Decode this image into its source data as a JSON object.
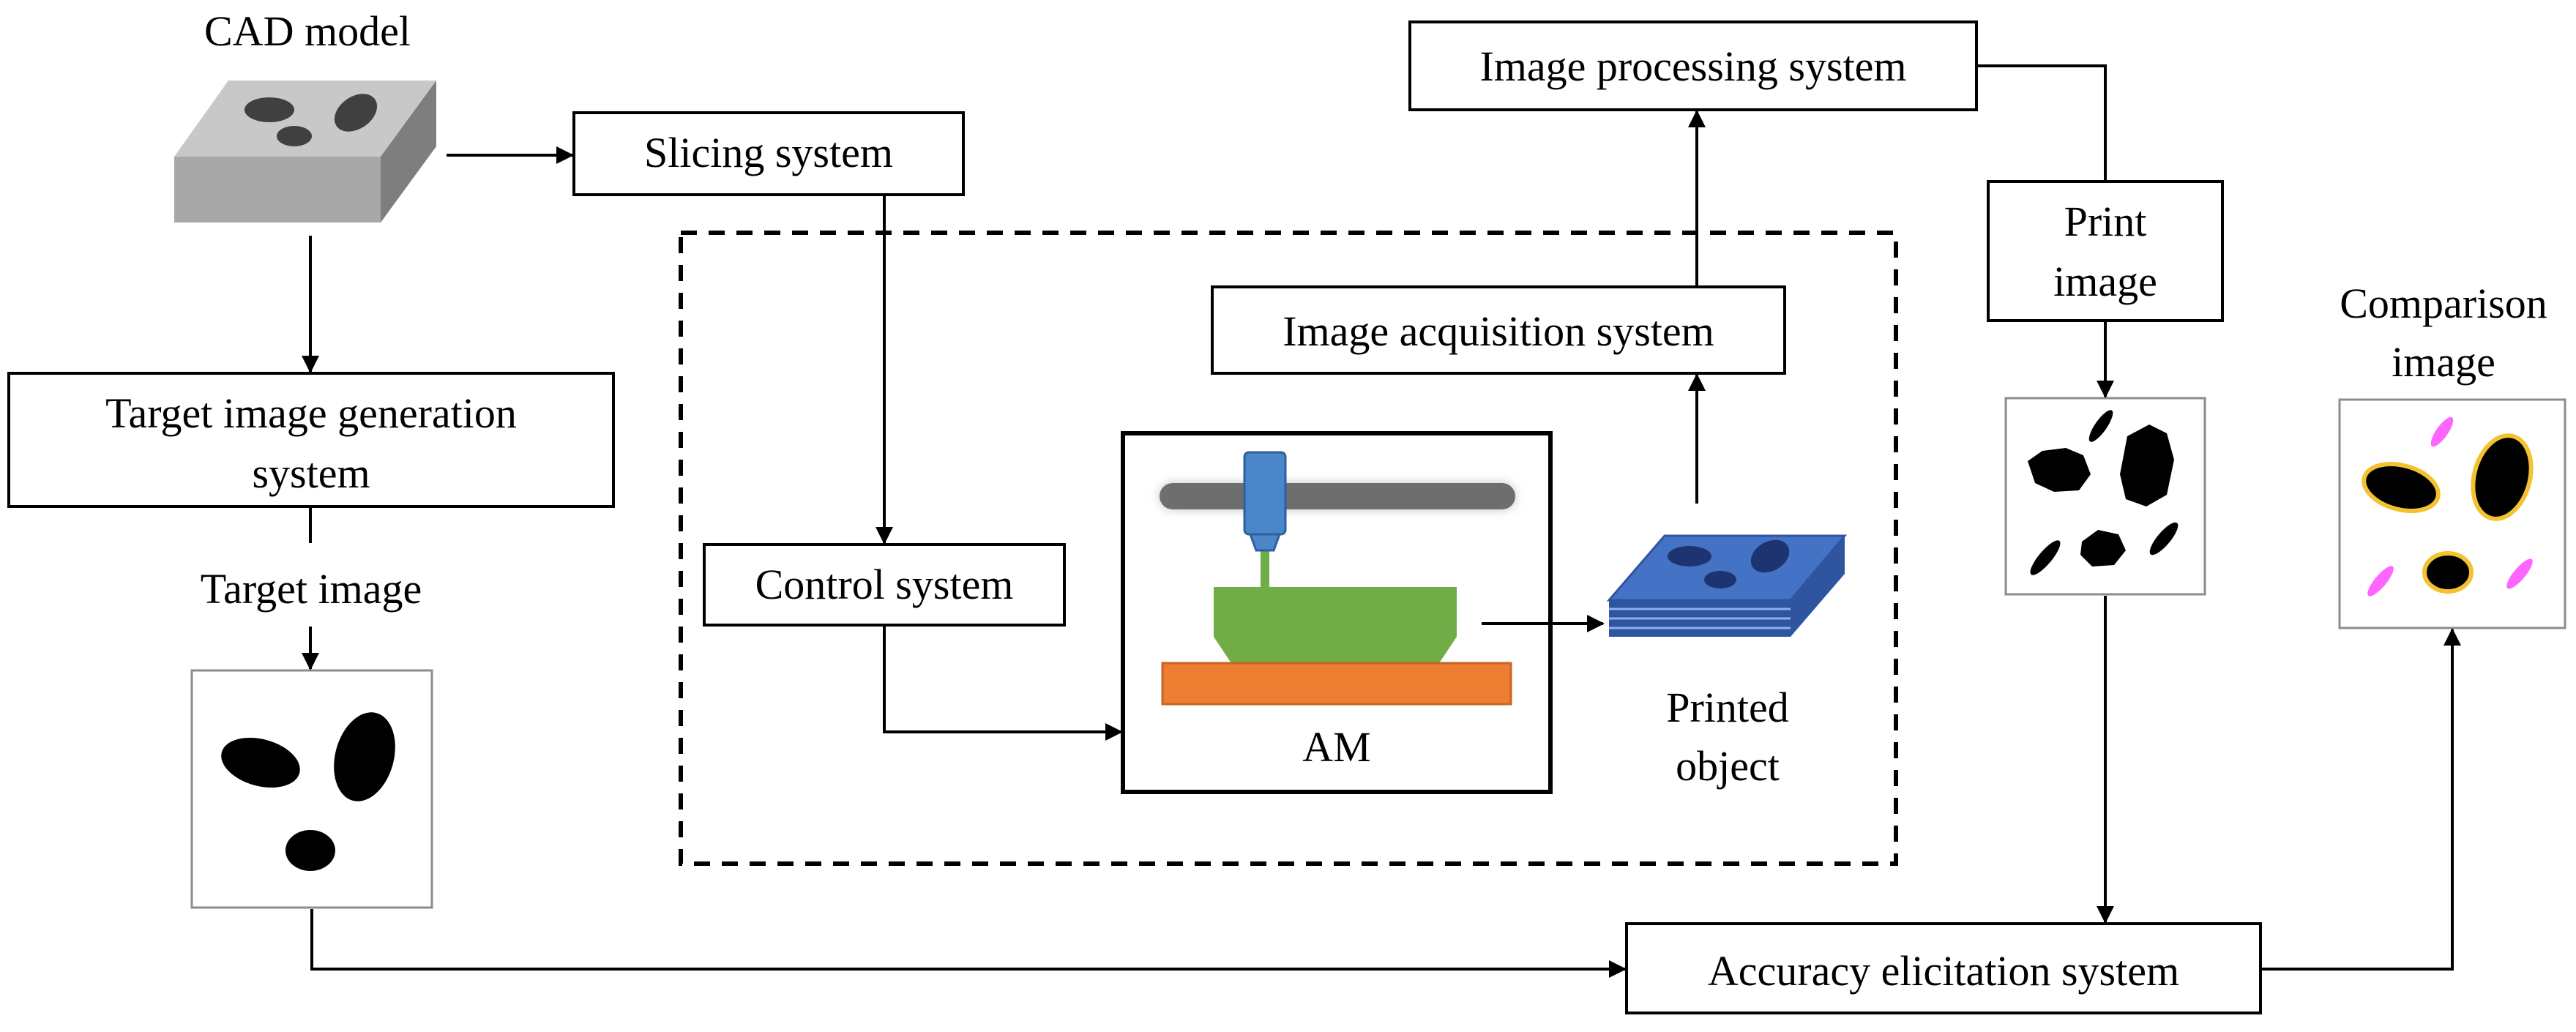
{
  "labels": {
    "cad_model": "CAD model",
    "slicing_system": "Slicing system",
    "image_processing_system": "Image processing system",
    "target_image_generation_line1": "Target image generation",
    "target_image_generation_line2": "system",
    "target_image": "Target image",
    "control_system": "Control system",
    "image_acquisition_system": "Image acquisition system",
    "am": "AM",
    "printed_object_line1": "Printed",
    "printed_object_line2": "object",
    "print_image_line1": "Print",
    "print_image_line2": "image",
    "comparison_image_line1": "Comparison",
    "comparison_image_line2": "image",
    "accuracy_elicitation_system": "Accuracy elicitation system"
  },
  "colors": {
    "cad_top": "#c8c8c8",
    "cad_front": "#a8a8a8",
    "cad_side": "#7e7e7e",
    "cad_hole": "#404040",
    "printer_rail": "#6e6e6e",
    "printer_nozzle": "#4a86c8",
    "printer_part": "#70ad47",
    "printer_bed": "#ed7d31",
    "printed_top": "#4472c4",
    "printed_side": "#2f55a0",
    "printed_hole": "#1e3470",
    "shape_fill": "#000000",
    "extra_material": "#ff66ff",
    "missing_outline": "#f2c230"
  },
  "icons": [
    "cad-model-icon",
    "3d-printer-icon",
    "printed-object-icon",
    "target-image-icon",
    "print-image-icon",
    "comparison-image-icon"
  ]
}
